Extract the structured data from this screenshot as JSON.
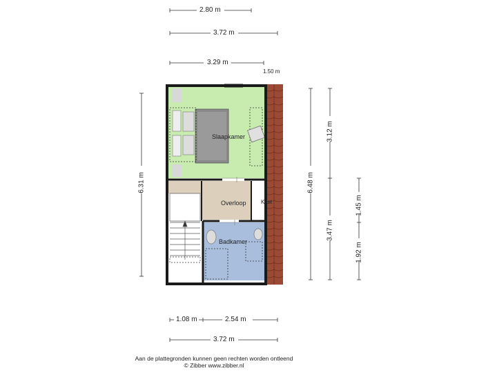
{
  "dimensions": {
    "top_280": "2.80 m",
    "top_372": "3.72 m",
    "top_329": "3.29 m",
    "roof_150": "1.50 m",
    "left_631": "6.31 m",
    "right_648": "6.48 m",
    "right_312": "3.12 m",
    "right_347": "3.47 m",
    "right_145": "1.45 m",
    "right_192": "1.92 m",
    "bottom_108": "1.08 m",
    "bottom_254": "2.54 m",
    "bottom_372": "3.72 m"
  },
  "rooms": {
    "slaapkamer": "Slaapkamer",
    "overloop": "Overloop",
    "kast": "Kast",
    "badkamer": "Badkamer"
  },
  "colors": {
    "bedroom": "#c8ecb0",
    "landing": "#dcd0bd",
    "bathroom": "#a8bedc",
    "roof": "#9b4a35",
    "wall": "#1a1a1a"
  },
  "footer": {
    "line1": "Aan de plattegronden kunnen geen rechten worden ontleend",
    "line2": "© Zibber www.zibber.nl"
  }
}
